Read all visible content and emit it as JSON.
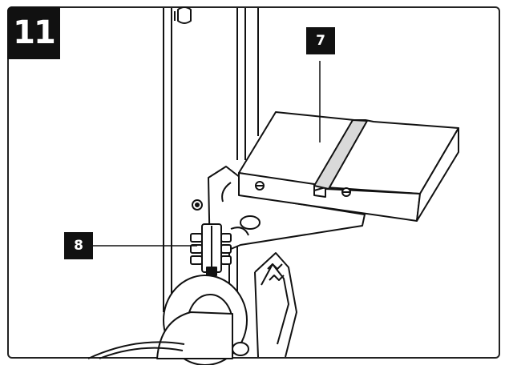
{
  "step": {
    "number": "11"
  },
  "callouts": [
    {
      "id": "7",
      "label": "7"
    },
    {
      "id": "8",
      "label": "8"
    }
  ],
  "colors": {
    "ink": "#111111",
    "shade": "#5a5a5a",
    "light": "#b8b8b8",
    "paper": "#ffffff"
  }
}
